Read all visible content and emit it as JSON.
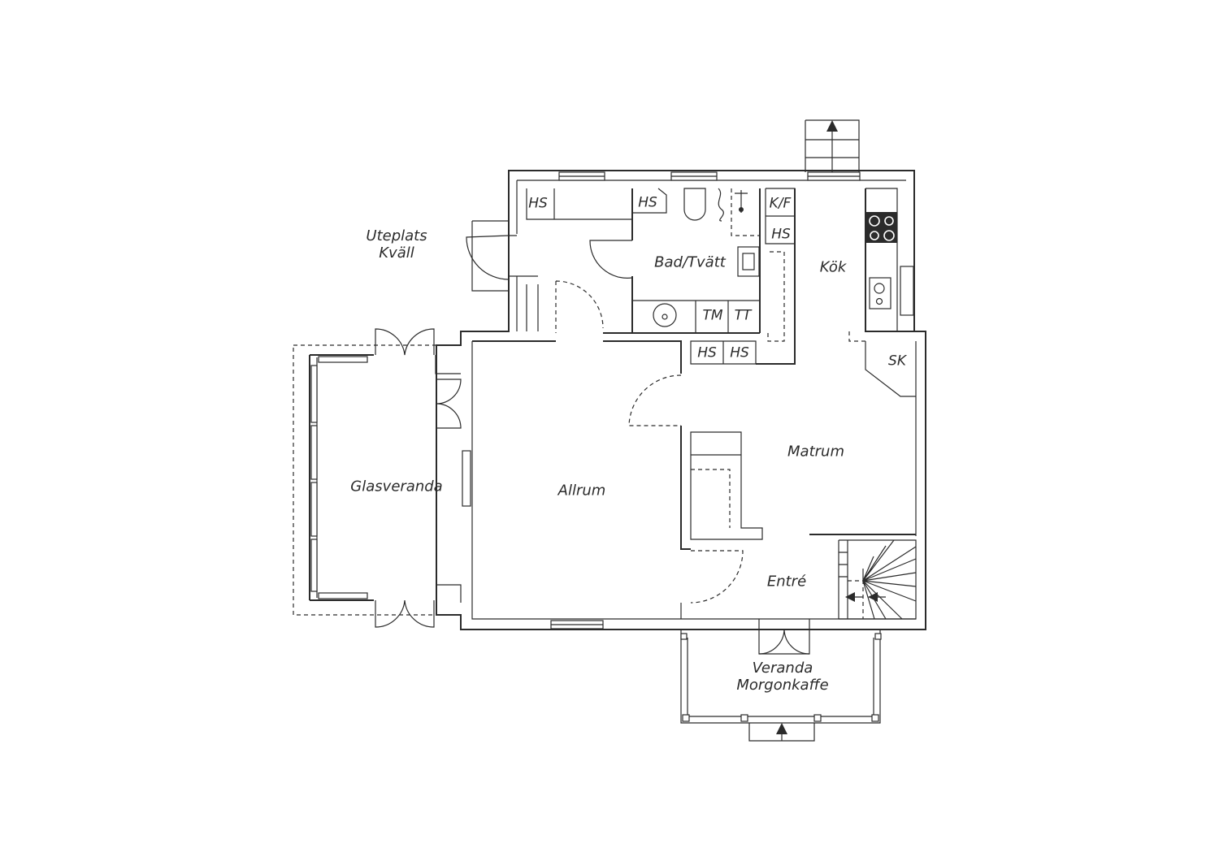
{
  "rooms": {
    "uteplats": [
      "Uteplats",
      "Kväll"
    ],
    "glasveranda": "Glasveranda",
    "allrum": "Allrum",
    "bad_tvatt": "Bad/Tvätt",
    "kok": "Kök",
    "matrum": "Matrum",
    "entre": "Entré",
    "veranda": [
      "Veranda",
      "Morgonkaffe"
    ]
  },
  "fixtures": {
    "hs_hall": "HS",
    "hs_bath": "HS",
    "kf": "K/F",
    "hs_kitchen": "HS",
    "tm": "TM",
    "tt": "TT",
    "hs_corridor_1": "HS",
    "hs_corridor_2": "HS",
    "sk": "SK"
  },
  "colors": {
    "line": "#2b2b2b",
    "background": "#ffffff"
  }
}
